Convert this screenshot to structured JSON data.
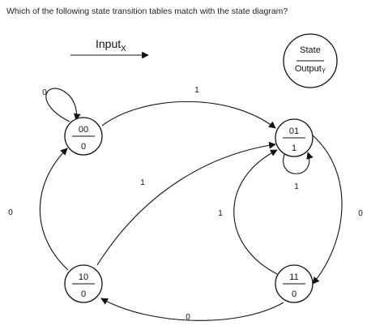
{
  "question": "Which of the following state transition tables match with the state diagram?",
  "input_legend": {
    "label": "Input",
    "subscript": "X"
  },
  "key": {
    "top": "State",
    "bottom": "Output",
    "bottom_subscript": "Y"
  },
  "states": {
    "s00": {
      "name": "00",
      "output": "0"
    },
    "s01": {
      "name": "01",
      "output": "1"
    },
    "s10": {
      "name": "10",
      "output": "0"
    },
    "s11": {
      "name": "11",
      "output": "0"
    }
  },
  "transitions": {
    "s00_self": {
      "from": "00",
      "to": "00",
      "input": "0"
    },
    "s00_to_01": {
      "from": "00",
      "to": "01",
      "input": "1"
    },
    "s01_self": {
      "from": "01",
      "to": "01",
      "input": "1"
    },
    "s01_to_11": {
      "from": "01",
      "to": "11",
      "input": "0"
    },
    "s11_to_01": {
      "from": "11",
      "to": "01",
      "input": "1"
    },
    "s11_to_10": {
      "from": "11",
      "to": "10",
      "input": "0"
    },
    "s10_to_00": {
      "from": "10",
      "to": "00",
      "input": "0"
    },
    "s10_to_01": {
      "from": "10",
      "to": "01",
      "input": "1"
    }
  }
}
